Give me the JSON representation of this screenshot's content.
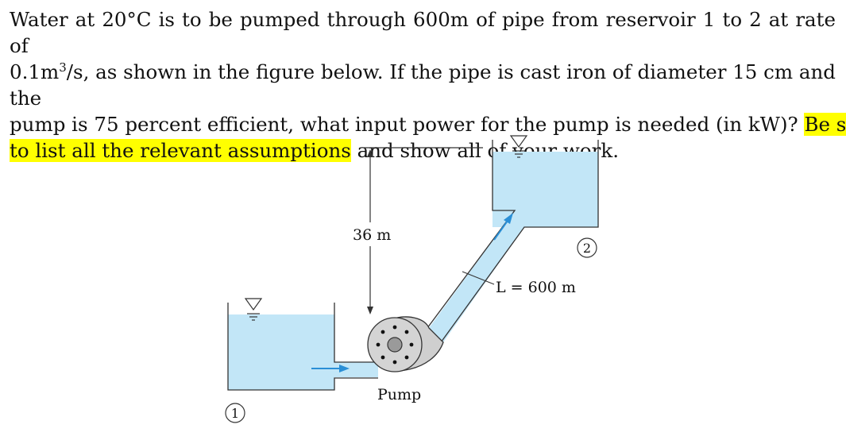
{
  "problem": {
    "line1": "Water at 20°C is to be pumped through 600m of pipe from reservoir 1 to 2 at rate of",
    "line2a": "0.1m",
    "line2sup": "3",
    "line2b": "/s, as shown in the figure below. If the pipe is cast iron of diameter 15 cm and the",
    "line3a": "pump is 75 percent efficient, what input power for the pump is needed (in kW)? ",
    "highlight1": "Be sure",
    "highlight2": "to list all the relevant assumptions",
    "line4b": " and show all of your work."
  },
  "figure": {
    "height_label": "36 m",
    "length_label": "L = 600 m",
    "pump_label": "Pump",
    "reservoir1_label": "1",
    "reservoir2_label": "2",
    "colors": {
      "water": "#c2e6f7",
      "flow_arrow": "#2a8fd6",
      "pump": "#cfcfcf"
    }
  }
}
